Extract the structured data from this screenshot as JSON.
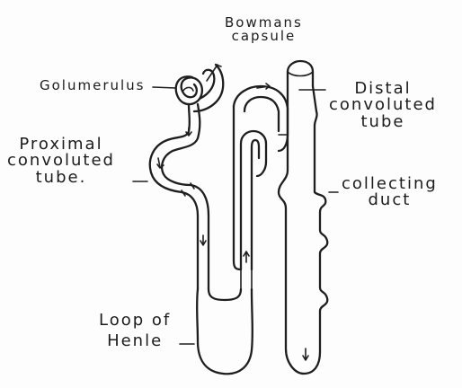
{
  "labels": {
    "bowmans_capsule": [
      "Bowmans",
      "capsule"
    ],
    "glomerulus": "Golumerulus",
    "proximal_tube": [
      "Proximal",
      "convoluted",
      "tube."
    ],
    "distal_tube": [
      "Distal",
      "convoluted",
      "tube"
    ],
    "collecting_duct": [
      "collecting",
      "duct"
    ],
    "loop_of_henle": [
      "Loop of",
      "Henle"
    ]
  }
}
